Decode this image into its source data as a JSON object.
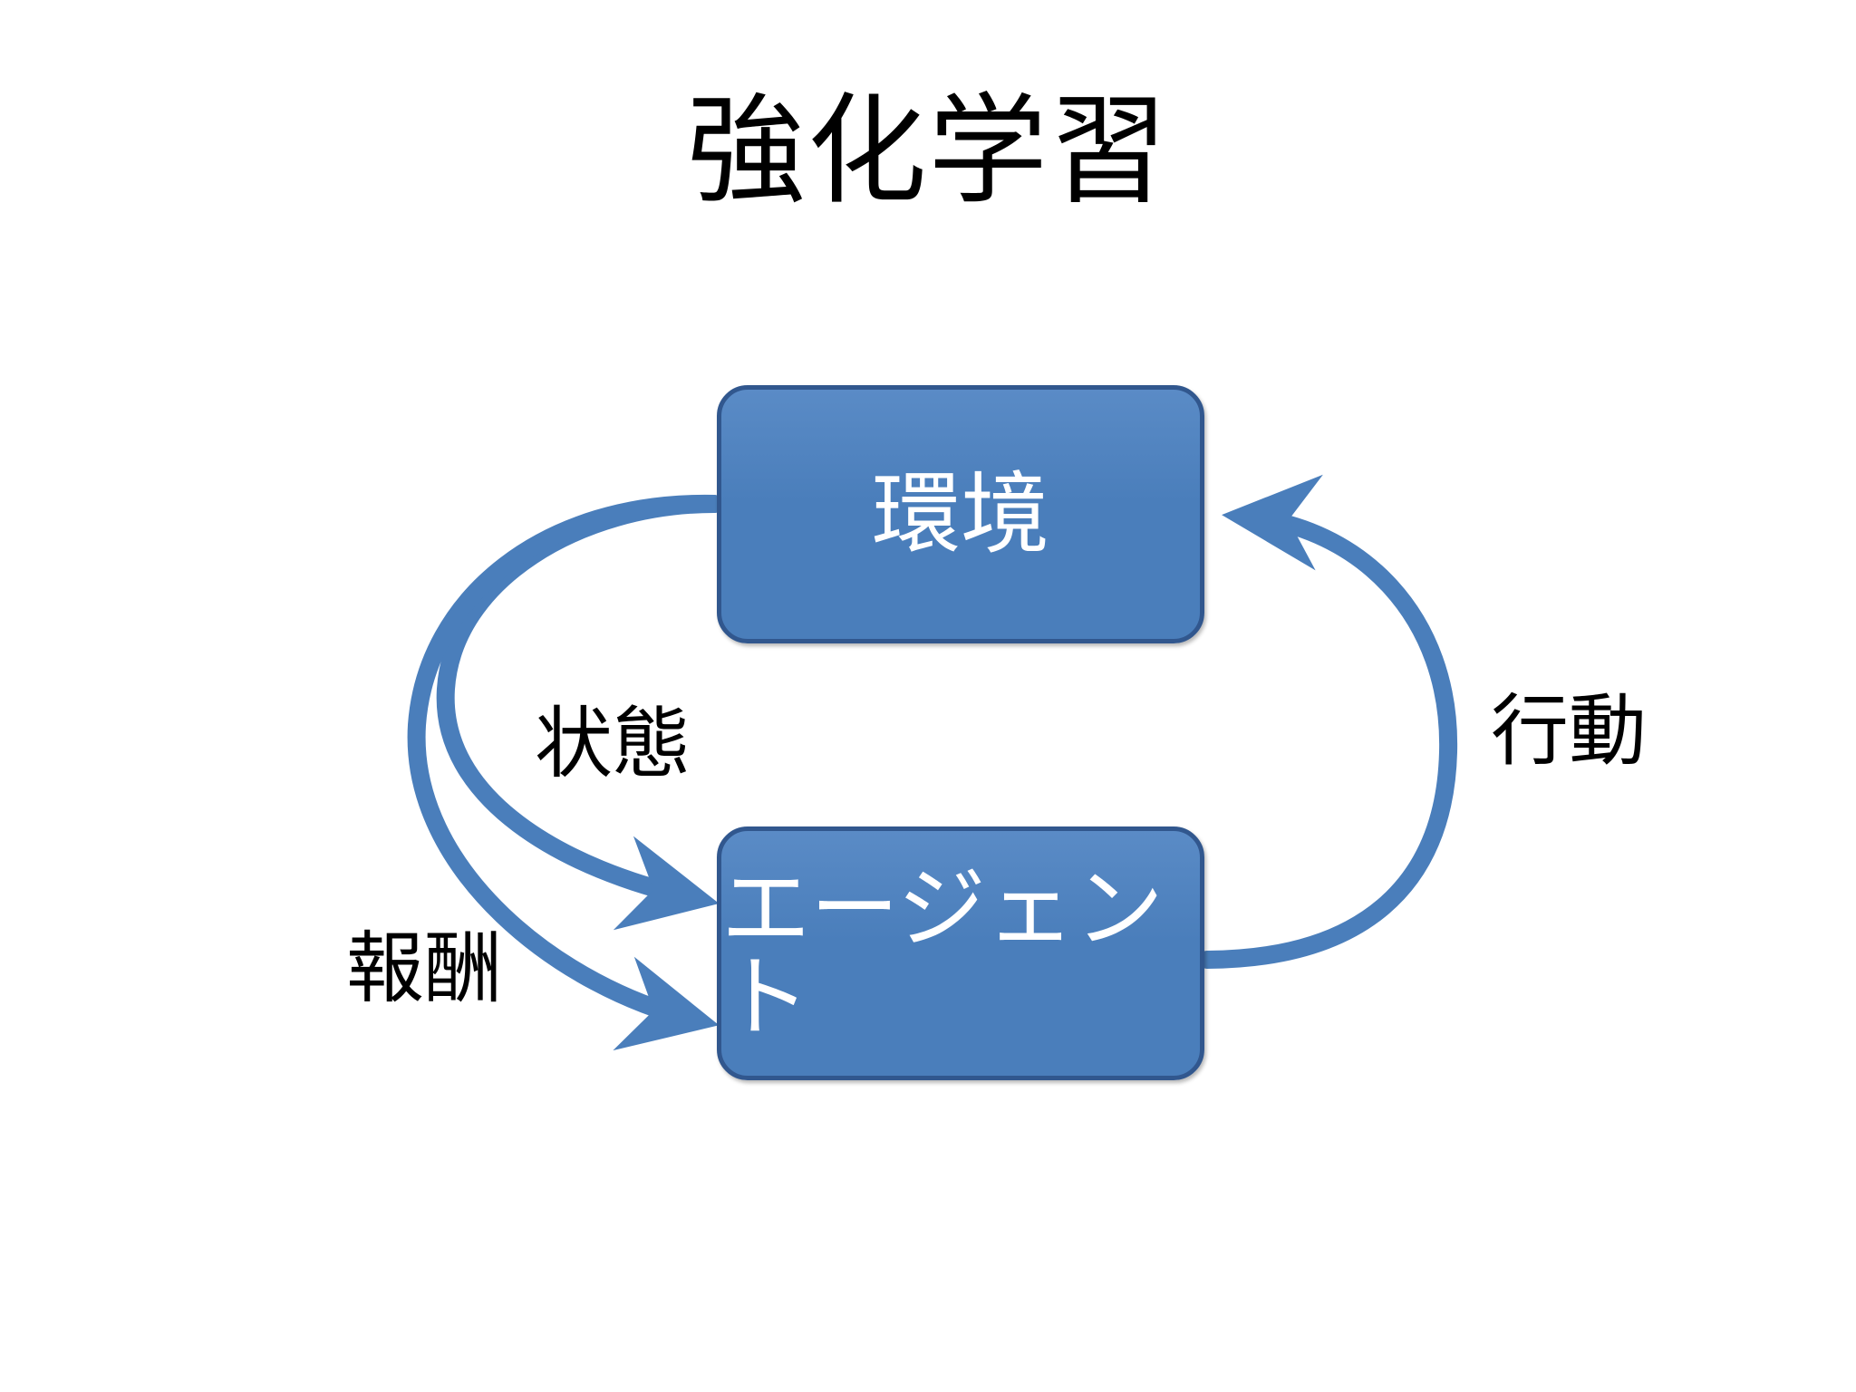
{
  "slide": {
    "title": "強化学習",
    "background_color": "#ffffff",
    "title_color": "#000000"
  },
  "theme": {
    "box_fill": "#4a7ebb",
    "box_border": "#31578e",
    "box_text_color": "#ffffff",
    "arrow_color": "#4a7ebb",
    "label_color": "#000000"
  },
  "diagram": {
    "type": "cycle",
    "nodes": [
      {
        "id": "environment",
        "label": "環境",
        "position": "top"
      },
      {
        "id": "agent",
        "label": "エージェント",
        "position": "bottom"
      }
    ],
    "edges": [
      {
        "id": "state",
        "label": "状態",
        "from": "environment",
        "to": "agent",
        "side": "left"
      },
      {
        "id": "reward",
        "label": "報酬",
        "from": "environment",
        "to": "agent",
        "side": "left"
      },
      {
        "id": "action",
        "label": "行動",
        "from": "agent",
        "to": "environment",
        "side": "right"
      }
    ]
  }
}
